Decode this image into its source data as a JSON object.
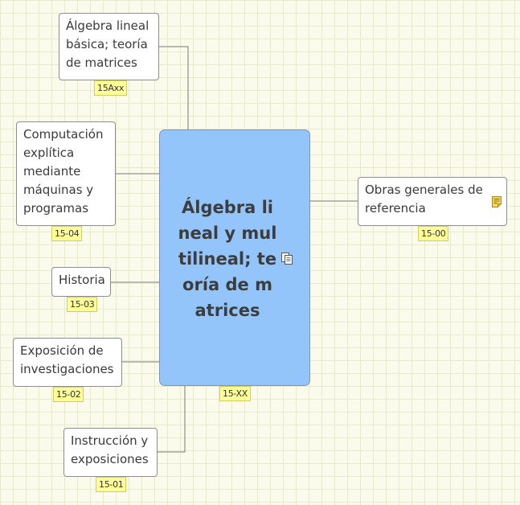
{
  "central": {
    "title": "Álgebra lineal y multilineal; teoría de matrices",
    "tag": "15-XX",
    "icon": "document-icon"
  },
  "topics": [
    {
      "id": "algebra-basica",
      "label": "Álgebra lineal básica; teoría de matrices",
      "tag": "15Axx"
    },
    {
      "id": "computacion",
      "label": "Computación explítica mediante máquinas y programas",
      "tag": "15-04"
    },
    {
      "id": "historia",
      "label": "Historia",
      "tag": "15-03"
    },
    {
      "id": "exposicion",
      "label": "Exposición de investigaciones",
      "tag": "15-02"
    },
    {
      "id": "instruccion",
      "label": "Instrucción y exposiciones",
      "tag": "15-01"
    },
    {
      "id": "obras",
      "label": "Obras generales de referencia",
      "tag": "15-00",
      "icon": "note-icon"
    }
  ],
  "colors": {
    "central_fill": "#93c5fb",
    "tag_fill": "#ffff99",
    "connector": "#7a7a7a"
  }
}
